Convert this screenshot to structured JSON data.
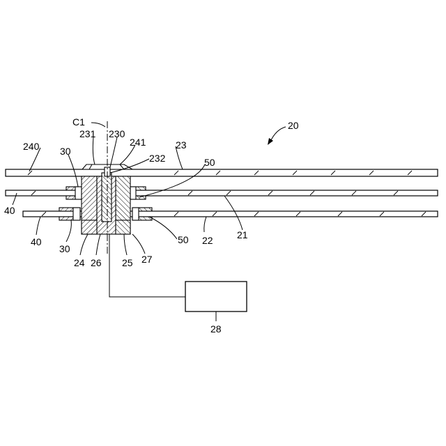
{
  "labels": {
    "c1": "C1",
    "n20": "20",
    "n230": "230",
    "n231": "231",
    "n241": "241",
    "n240": "240",
    "n23": "23",
    "n232": "232",
    "n30_top": "30",
    "n50_top": "50",
    "n40_mid": "40",
    "n21": "21",
    "n40_low": "40",
    "n22": "22",
    "n50_low": "50",
    "n30_low": "30",
    "n24": "24",
    "n26": "26",
    "n25": "25",
    "n27": "27",
    "n28": "28"
  }
}
